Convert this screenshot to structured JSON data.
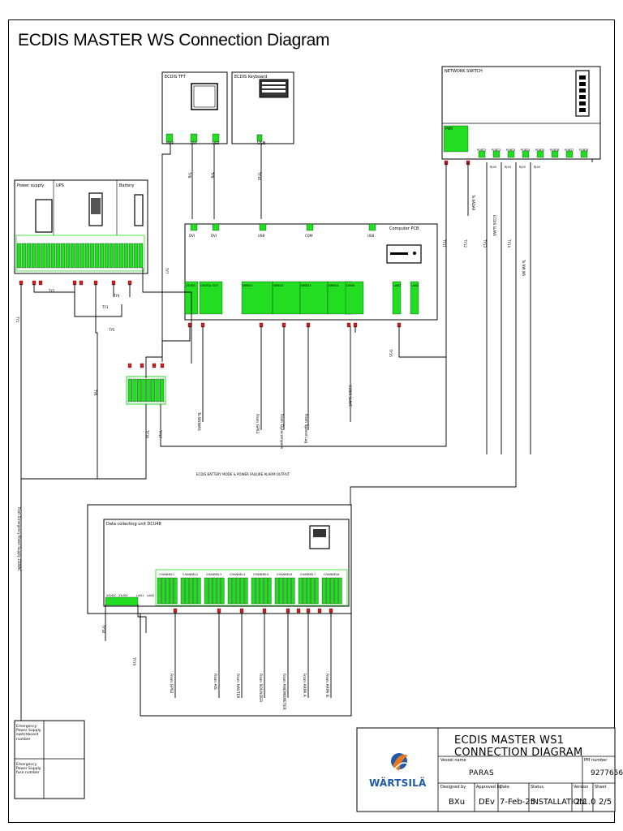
{
  "title": "ECDIS MASTER WS Connection Diagram",
  "units": {
    "ecdis_tft": "ECDIS TFT",
    "ecdis_keyboard": "ECDIS Keyboard",
    "network_switch": "NETWORK SWITCH",
    "power_supply": "Power supply",
    "ups": "UPS",
    "battery": "Battery",
    "computer": "Computer PCB",
    "data_unit": "Data collecting unit DCU48"
  },
  "ports": {
    "tft": [
      "PWR",
      "DVI",
      "USB"
    ],
    "switch": [
      "PWR",
      "PORT1",
      "PORT2",
      "PORT3",
      "PORT4",
      "PORT5",
      "PORT6",
      "PORT7",
      "PORT8"
    ],
    "computer_top": [
      "DVI",
      "DVI",
      "USB",
      "COM",
      "USB"
    ],
    "computer_bottom": [
      "24VDC",
      "DIGITAL OUT",
      "NMEA1",
      "NMEA2",
      "NMEA3",
      "NMEA4",
      "DIGIN",
      "LAN1",
      "LAN2"
    ],
    "dcu": [
      "24VDC",
      "24VDC",
      "LAN1",
      "LAN2",
      "CHANNEL1",
      "CHANNEL2",
      "CHANNEL3",
      "CHANNEL4",
      "CHANNEL5",
      "CHANNEL6",
      "CHANNEL7",
      "CHANNEL8"
    ],
    "rj45": "RJ45"
  },
  "cable_labels": {
    "main": [
      "TY1",
      "TY2",
      "TY3",
      "TY4",
      "TY5",
      "TY6",
      "TY7",
      "TY8",
      "TY9",
      "TY10",
      "TY11",
      "TY12",
      "TY13",
      "TY14",
      "TY15",
      "TY16",
      "TY17",
      "TY18",
      "TY19"
    ],
    "gps": "From GPS1",
    "gyro": "From Gyrocompass",
    "log": "From Speed Log",
    "buzzer": "To BNWAS",
    "ecdis_slave": "ECDIS SLAVE",
    "nw_ws": "To NW WS",
    "radar": "To RADAR",
    "alarm_output": "ECDIS BATTERY MODE & POWER FAILURE ALARM OUTPUT",
    "emergency_supply": "From Emergency Power Supply 230VAC",
    "dcu_inputs": [
      "From GPS2",
      "From AIS",
      "From NAVTEX",
      "From SOUNDER",
      "From ANEMOMETER",
      "From ARPA A",
      "From ARPA B"
    ]
  },
  "notes": [
    {
      "label": "Emergency Power Supply switchboard number",
      "value": ""
    },
    {
      "label": "Emergency Power Supply fuse number",
      "value": ""
    }
  ],
  "title_block": {
    "doc_title": "ECDIS MASTER WS1 CONNECTION DIAGRAM",
    "vessel_label": "Vessel name",
    "vessel": "PARAS",
    "pm_label": "PM number",
    "pm": "9277656",
    "designed_label": "Designed by",
    "designed": "BXu",
    "approved_label": "Approved by",
    "approved": "DEv",
    "date_label": "Date",
    "date": "7-Feb-25",
    "status_label": "Status",
    "status": "INSTALLATION",
    "version_label": "Version",
    "version": "2.1.0",
    "sheet_label": "Sheet",
    "sheet": "2/5",
    "logo_text": "WÄRTSILÄ"
  },
  "colors": {
    "terminal": "#22dd22",
    "connector": "#cc2222",
    "line": "#000000",
    "logo_blue": "#1f5aa6",
    "logo_orange": "#e87722"
  }
}
